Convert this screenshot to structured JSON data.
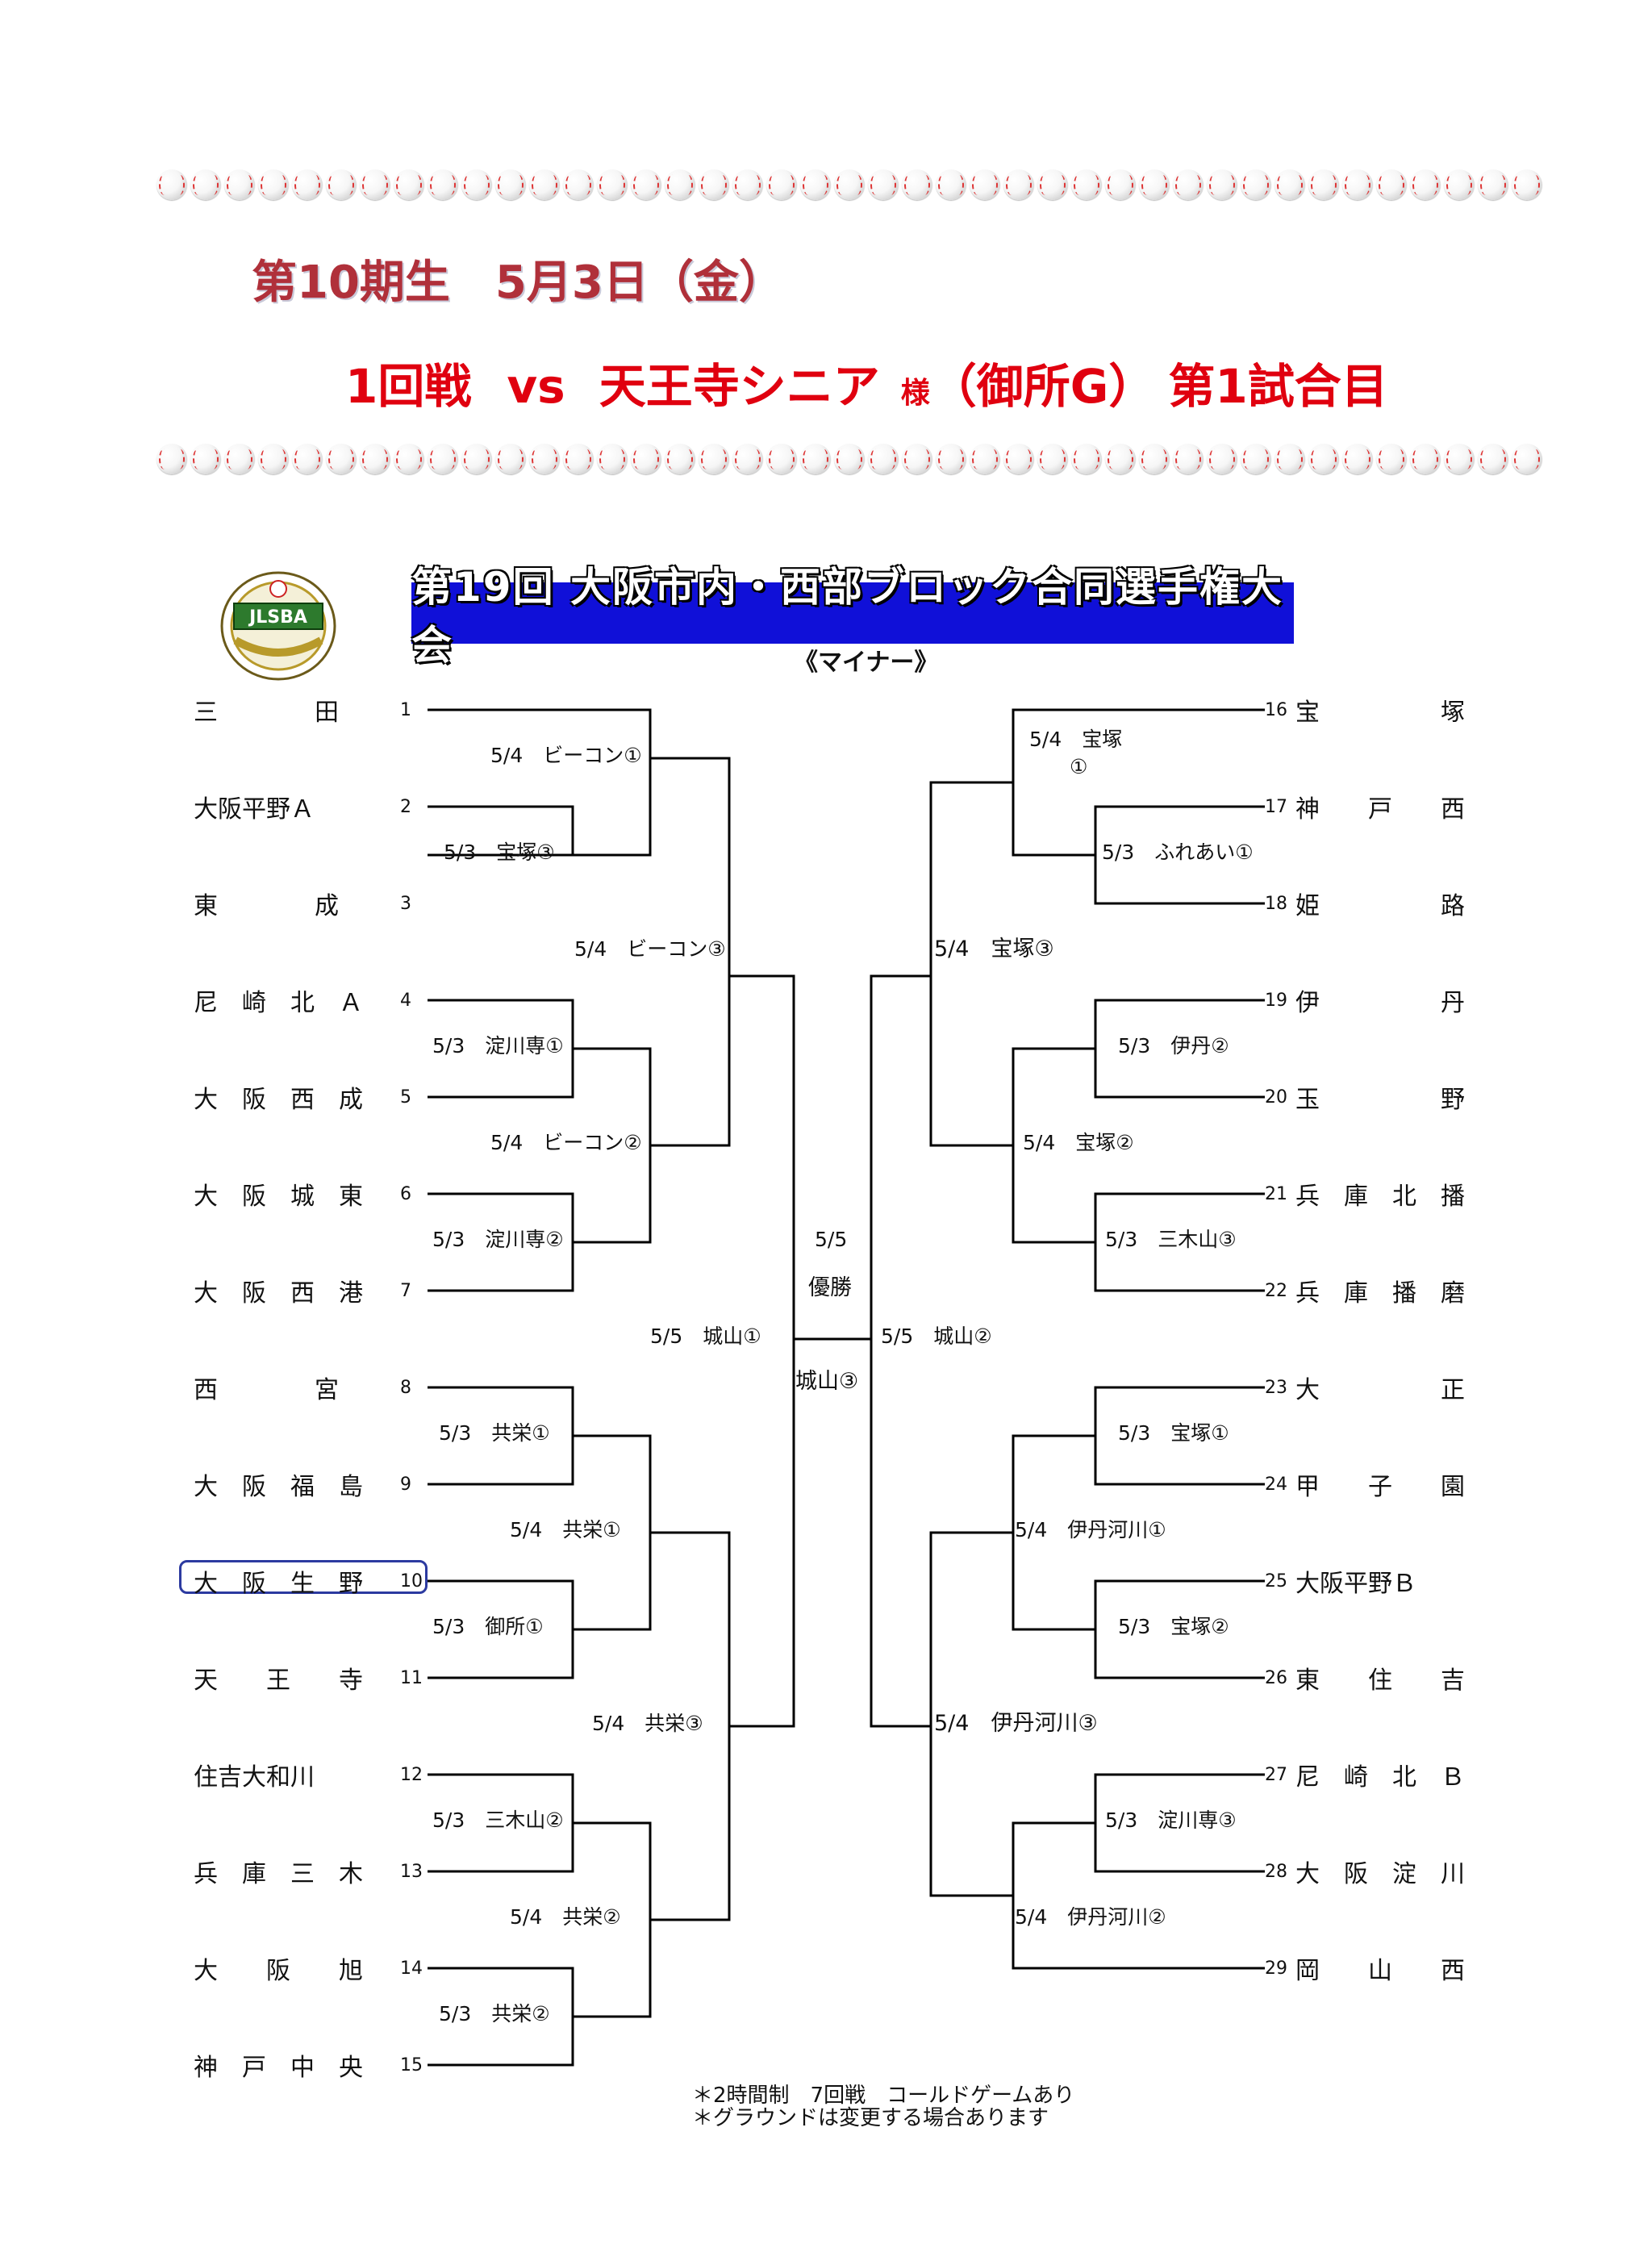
{
  "header": {
    "line1": "第10期生　5月3日（金）",
    "round": "1回戦",
    "vs": "vs",
    "opponent": "天王寺シニア",
    "sama": "様",
    "venue": "（御所G）",
    "game": "第1試合目"
  },
  "logo": {
    "text": "JLSBA",
    "icon": "jlsba-emblem"
  },
  "banner": {
    "title": "第19回 大阪市内・西部ブロック合同選手権大会",
    "subtitle": "《マイナー》"
  },
  "teams_left": [
    {
      "name": "三　　　　田",
      "num": "1"
    },
    {
      "name": "大阪平野Ａ",
      "num": "2"
    },
    {
      "name": "東　　　　成",
      "num": "3"
    },
    {
      "name": "尼　崎　北　Ａ",
      "num": "4"
    },
    {
      "name": "大　阪　西　成",
      "num": "5"
    },
    {
      "name": "大　阪　城　東",
      "num": "6"
    },
    {
      "name": "大　阪　西　港",
      "num": "7"
    },
    {
      "name": "西　　　　宮",
      "num": "8"
    },
    {
      "name": "大　阪　福　島",
      "num": "9"
    },
    {
      "name": "大　阪　生　野",
      "num": "10"
    },
    {
      "name": "天　　王　　寺",
      "num": "11"
    },
    {
      "name": "住吉大和川",
      "num": "12"
    },
    {
      "name": "兵　庫　三　木",
      "num": "13"
    },
    {
      "name": "大　　阪　　旭",
      "num": "14"
    },
    {
      "name": "神　戸　中　央",
      "num": "15"
    }
  ],
  "teams_right": [
    {
      "num": "16",
      "name": "宝　　　　　塚"
    },
    {
      "num": "17",
      "name": "神　　戸　　西"
    },
    {
      "num": "18",
      "name": "姫　　　　　路"
    },
    {
      "num": "19",
      "name": "伊　　　　　丹"
    },
    {
      "num": "20",
      "name": "玉　　　　　野"
    },
    {
      "num": "21",
      "name": "兵　庫　北　播"
    },
    {
      "num": "22",
      "name": "兵　庫　播　磨"
    },
    {
      "num": "23",
      "name": "大　　　　　正"
    },
    {
      "num": "24",
      "name": "甲　　子　　園"
    },
    {
      "num": "25",
      "name": "大阪平野Ｂ"
    },
    {
      "num": "26",
      "name": "東　　住　　吉"
    },
    {
      "num": "27",
      "name": "尼　崎　北　Ｂ"
    },
    {
      "num": "28",
      "name": "大　阪　淀　川"
    },
    {
      "num": "29",
      "name": "岡　　山　　西"
    }
  ],
  "results": {
    "l_r1_a": "5/3　宝塚③",
    "l_r1_b": "5/3　淀川専①",
    "l_r1_c": "5/3　淀川専②",
    "l_r1_d": "5/3　共栄①",
    "l_r1_e": "5/3　御所①",
    "l_r1_f": "5/3　三木山②",
    "l_r1_g": "5/3　共栄②",
    "l_r2_a": "5/4　ビーコン①",
    "l_r2_b": "5/4　ビーコン②",
    "l_r2_c": "5/4　共栄①",
    "l_r2_d": "5/4　共栄②",
    "l_r3_a": "5/4　ビーコン③",
    "l_r3_b": "5/4　共栄③",
    "l_sf": "5/5　城山①",
    "r_r1_a": "5/3　ふれあい①",
    "r_r1_b": "5/3　伊丹②",
    "r_r1_c": "5/3　三木山③",
    "r_r1_d": "5/3　宝塚①",
    "r_r1_e": "5/3　宝塚②",
    "r_r1_f": "5/3　淀川専③",
    "r_r2_a1": "5/4　宝塚",
    "r_r2_a2": "①",
    "r_r2_b": "5/4　宝塚②",
    "r_r2_c": "5/4　伊丹河川①",
    "r_r2_d": "5/4　伊丹河川②",
    "r_r3_a": "5/4　宝塚③",
    "r_r3_b": "5/4　伊丹河川③",
    "r_sf": "5/5　城山②",
    "final_date": "5/5",
    "final_label": "優勝",
    "champion": "城山③"
  },
  "notes": [
    "＊2時間制　7回戦　コールドゲームあり",
    "＊グラウンドは変更する場合あります"
  ]
}
